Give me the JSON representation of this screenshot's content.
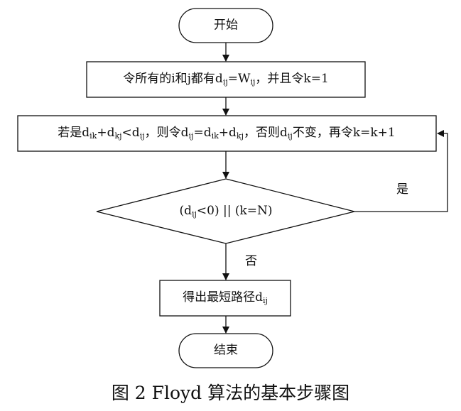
{
  "nodes": {
    "start": "开始",
    "init": {
      "pre": "令所有的i和j都有d",
      "sub1": "ij",
      "mid": "=W",
      "sub2": "ij",
      "post": "，并且令k=1"
    },
    "update": {
      "p1": "若是d",
      "s1": "ik",
      "p2": "+d",
      "s2": "kj",
      "p3": "<d",
      "s3": "ij",
      "p4": "，则令d",
      "s4": "ij",
      "p5": "=d",
      "s5": "ik",
      "p6": "+d",
      "s6": "kj",
      "p7": "，否则d",
      "s7": "ij",
      "p8": "不变，再令k=k+1"
    },
    "decision": {
      "p1": "(d",
      "s1": "ij",
      "p2": "<0) || (k=N)"
    },
    "result": {
      "pre": "得出最短路径d",
      "sub": "ij"
    },
    "end": "结束"
  },
  "edges": {
    "yes": "是",
    "no": "否"
  },
  "caption": "图 2 Floyd 算法的基本步骤图"
}
